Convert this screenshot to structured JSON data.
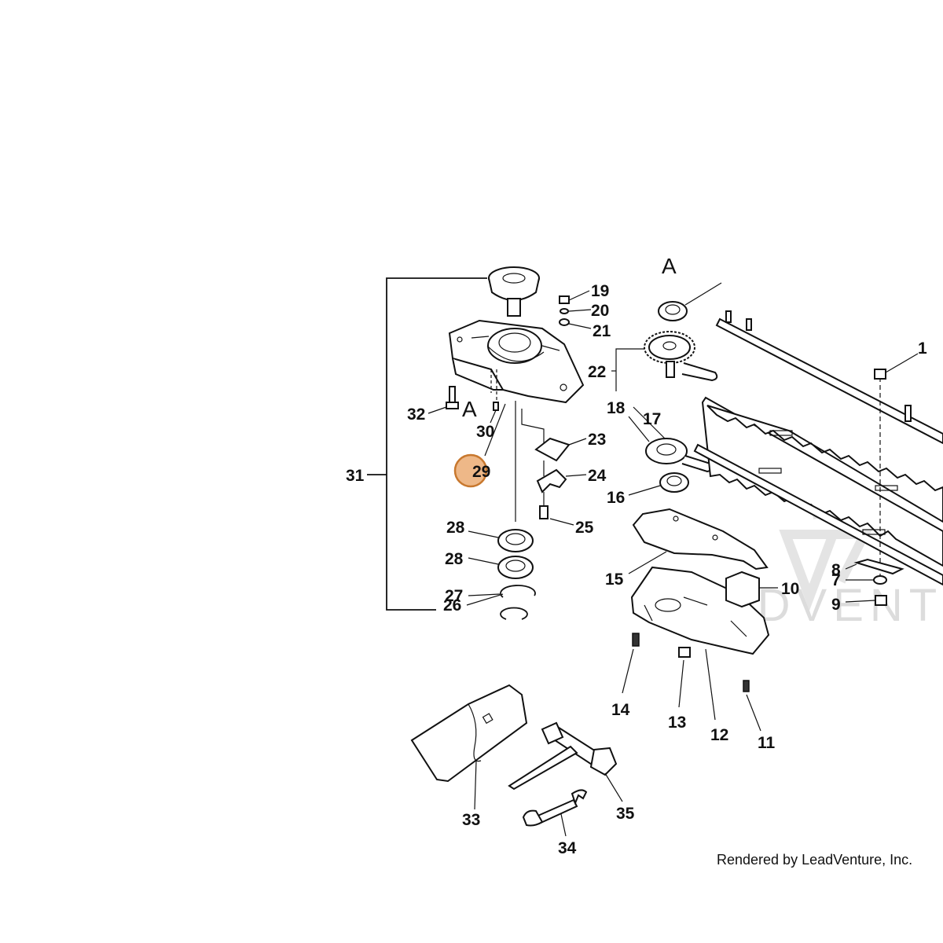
{
  "diagram": {
    "labels": {
      "p1": "1",
      "p7": "7",
      "p8": "8",
      "p9": "9",
      "p10": "10",
      "p11": "11",
      "p12": "12",
      "p13": "13",
      "p14": "14",
      "p15": "15",
      "p16": "16",
      "p17": "17",
      "p18": "18",
      "p19": "19",
      "p20": "20",
      "p21": "21",
      "p22": "22",
      "p23": "23",
      "p24": "24",
      "p25": "25",
      "p26": "26",
      "p27": "27",
      "p28a": "28",
      "p28b": "28",
      "p29": "29",
      "p30": "30",
      "p31": "31",
      "p32": "32",
      "p33": "33",
      "p34": "34",
      "p35": "35",
      "detailA1": "A",
      "detailA2": "A"
    },
    "highlight": {
      "part": "29",
      "color": "#e8a060"
    },
    "watermark": "LEADVENTURE",
    "credit": "Rendered by LeadVenture, Inc."
  }
}
